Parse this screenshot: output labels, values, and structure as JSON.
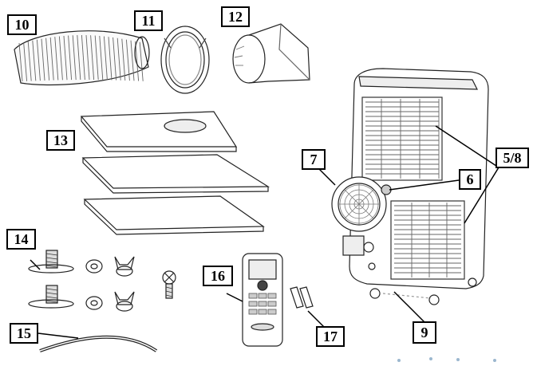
{
  "callouts": {
    "c10": "10",
    "c11": "11",
    "c12": "12",
    "c13": "13",
    "c14": "14",
    "c15": "15",
    "c16": "16",
    "c17": "17",
    "c7": "7",
    "c6": "6",
    "c58": "5/8",
    "c9": "9"
  },
  "palette": {
    "line": "#222222",
    "fill": "#ffffff",
    "shade": "#dddddd",
    "dark": "#444444"
  },
  "icons": [
    "hose",
    "ring",
    "adapter",
    "window-panel",
    "screw",
    "washer",
    "wing-nut",
    "remote",
    "battery",
    "cable",
    "air-conditioner"
  ]
}
